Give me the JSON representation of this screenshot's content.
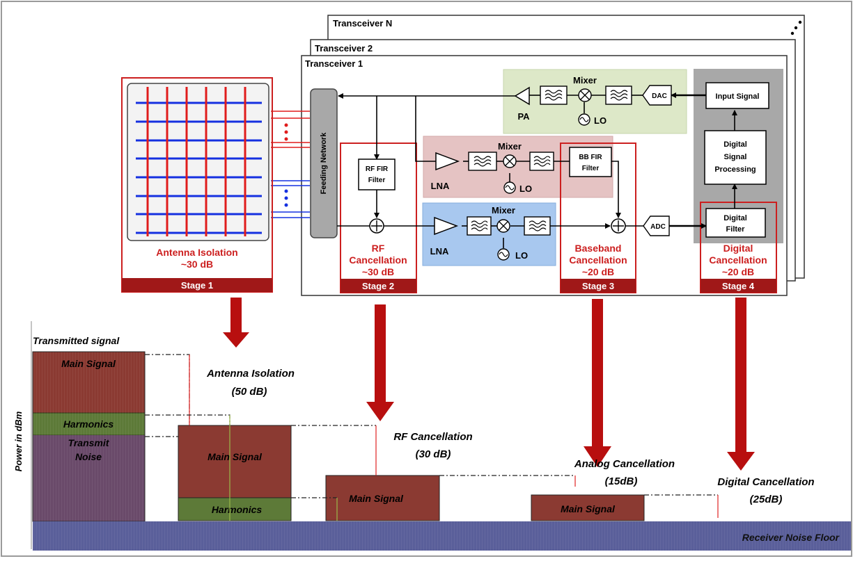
{
  "colors": {
    "red": "#cc1f1f",
    "dark_red_fill": "#8b3a32",
    "arrow_red": "#b80f0f",
    "green_fill": "#5d7a38",
    "purple_fill": "#6a4a6a",
    "noise_floor": "#5a5f9a",
    "tx_green_panel": "#dde8c8",
    "rx_pink_panel": "#e5c3c3",
    "rx_blue_panel": "#a8c8ef",
    "digital_gray_panel": "#a8a8a8",
    "feeding_gray": "#a8a8a8",
    "antenna_blue_line": "#1530e0",
    "antenna_red_line": "#e01c1c"
  },
  "transceivers": {
    "n": "Transceiver N",
    "two": "Transceiver 2",
    "one": "Transceiver 1"
  },
  "feeding_network": "Feeding Network",
  "tx_chain": {
    "pa": "PA",
    "mixer": "Mixer",
    "lo": "LO",
    "dac": "DAC",
    "input_signal": "Input Signal"
  },
  "rx_aux_chain": {
    "lna": "LNA",
    "mixer": "Mixer",
    "lo": "LO"
  },
  "rx_main_chain": {
    "lna": "LNA",
    "mixer": "Mixer",
    "lo": "LO",
    "adc": "ADC"
  },
  "blocks": {
    "rf_fir": [
      "RF FIR",
      "Filter"
    ],
    "bb_fir": [
      "BB FIR",
      "Filter"
    ],
    "dsp": [
      "Digital",
      "Signal",
      "Processing"
    ],
    "digital_filter": [
      "Digital",
      "Filter"
    ]
  },
  "stages": [
    {
      "title": [
        "Antenna Isolation",
        "~30 dB"
      ],
      "stage": "Stage 1"
    },
    {
      "title": [
        "RF",
        "Cancellation",
        "~30 dB"
      ],
      "stage": "Stage 2"
    },
    {
      "title": [
        "Baseband",
        "Cancellation",
        "~20 dB"
      ],
      "stage": "Stage 3"
    },
    {
      "title": [
        "Digital",
        "Cancellation",
        "~20 dB"
      ],
      "stage": "Stage 4"
    }
  ],
  "power_chart": {
    "ylabel": "Power in dBm",
    "transmitted_signal": "Transmitted signal",
    "tx_main_signal": "Main Signal",
    "tx_harmonics": "Harmonics",
    "tx_noise": [
      "Transmit",
      "Noise"
    ],
    "after_antenna_main": "Main Signal",
    "after_antenna_harmonics": "Harmonics",
    "after_rf_main": "Main Signal",
    "after_analog_main": "Main Signal",
    "noise_floor": "Receiver Noise Floor",
    "annotations": {
      "antenna": [
        "Antenna Isolation",
        "(50 dB)"
      ],
      "rf": [
        "RF Cancellation",
        "(30 dB)"
      ],
      "analog": [
        "Analog Cancellation",
        "(15dB)"
      ],
      "digital": [
        "Digital Cancellation",
        "(25dB)"
      ]
    }
  }
}
